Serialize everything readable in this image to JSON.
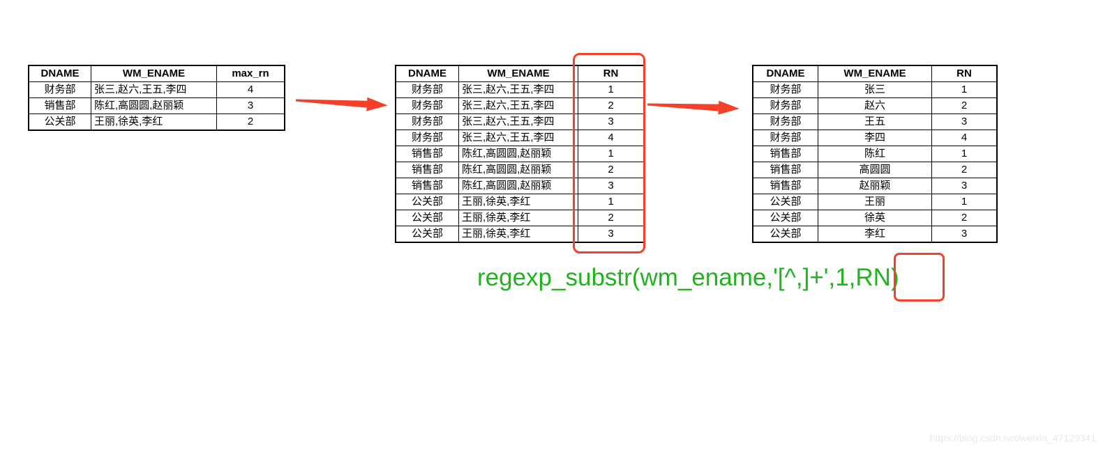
{
  "colors": {
    "annotation_red": "#f54029",
    "formula_green": "#1fb41e",
    "table_border": "#000000",
    "watermark": "#e8e8e8"
  },
  "tables": [
    {
      "name": "aggregated-source-table",
      "headers": [
        "DNAME",
        "WM_ENAME",
        "max_rn"
      ],
      "rows": [
        [
          "财务部",
          "张三,赵六,王五,李四",
          "4"
        ],
        [
          "销售部",
          "陈红,高圆圆,赵丽颖",
          "3"
        ],
        [
          "公关部",
          "王丽,徐英,李红",
          "2"
        ]
      ]
    },
    {
      "name": "expanded-rows-table",
      "headers": [
        "DNAME",
        "WM_ENAME",
        "RN"
      ],
      "rows": [
        [
          "财务部",
          "张三,赵六,王五,李四",
          "1"
        ],
        [
          "财务部",
          "张三,赵六,王五,李四",
          "2"
        ],
        [
          "财务部",
          "张三,赵六,王五,李四",
          "3"
        ],
        [
          "财务部",
          "张三,赵六,王五,李四",
          "4"
        ],
        [
          "销售部",
          "陈红,高圆圆,赵丽颖",
          "1"
        ],
        [
          "销售部",
          "陈红,高圆圆,赵丽颖",
          "2"
        ],
        [
          "销售部",
          "陈红,高圆圆,赵丽颖",
          "3"
        ],
        [
          "公关部",
          "王丽,徐英,李红",
          "1"
        ],
        [
          "公关部",
          "王丽,徐英,李红",
          "2"
        ],
        [
          "公关部",
          "王丽,徐英,李红",
          "3"
        ]
      ]
    },
    {
      "name": "split-result-table",
      "headers": [
        "DNAME",
        "WM_ENAME",
        "RN"
      ],
      "rows": [
        [
          "财务部",
          "张三",
          "1"
        ],
        [
          "财务部",
          "赵六",
          "2"
        ],
        [
          "财务部",
          "王五",
          "3"
        ],
        [
          "财务部",
          "李四",
          "4"
        ],
        [
          "销售部",
          "陈红",
          "1"
        ],
        [
          "销售部",
          "高圆圆",
          "2"
        ],
        [
          "销售部",
          "赵丽颖",
          "3"
        ],
        [
          "公关部",
          "王丽",
          "1"
        ],
        [
          "公关部",
          "徐英",
          "2"
        ],
        [
          "公关部",
          "李红",
          "3"
        ]
      ]
    }
  ],
  "formula": {
    "text": "regexp_substr(wm_ename,'[^,]+',1,RN)"
  },
  "watermark": {
    "text": "https://blog.csdn.net/weixin_47129341"
  }
}
